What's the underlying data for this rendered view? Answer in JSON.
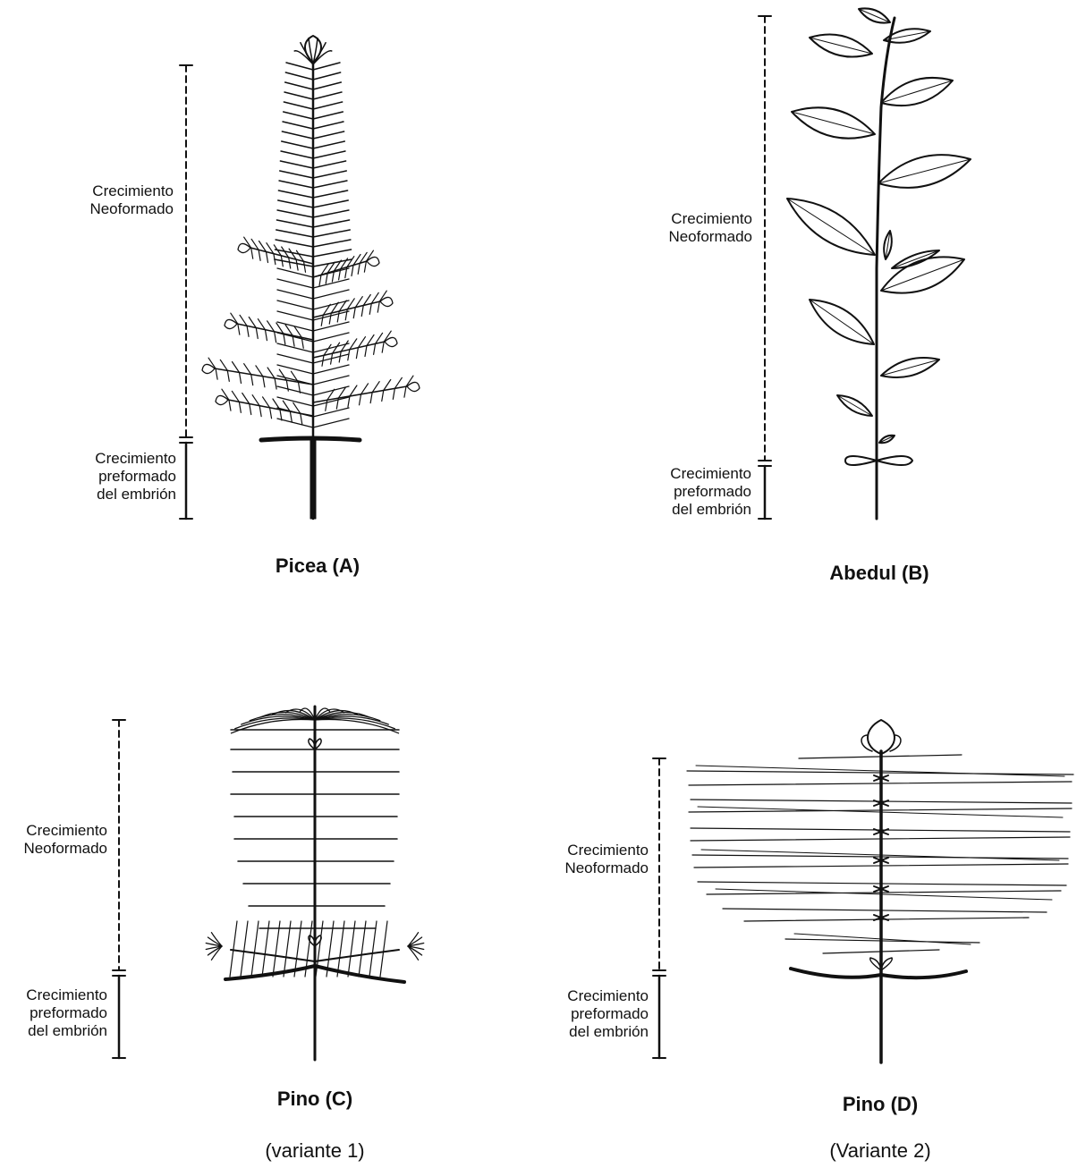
{
  "labels": {
    "neo_line1": "Crecimiento",
    "neo_line2": "Neoformado",
    "pre_line1": "Crecimiento",
    "pre_line2": "preformado",
    "pre_line3": "del embrión"
  },
  "panels": {
    "a": {
      "caption": "Picea (A)"
    },
    "b": {
      "caption": "Abedul (B)"
    },
    "c": {
      "caption": "Pino (C)",
      "subcaption": "(variante 1)"
    },
    "d": {
      "caption": "Pino (D)",
      "subcaption": "(Variante 2)"
    }
  },
  "colors": {
    "ink": "#111111",
    "background": "#ffffff"
  }
}
